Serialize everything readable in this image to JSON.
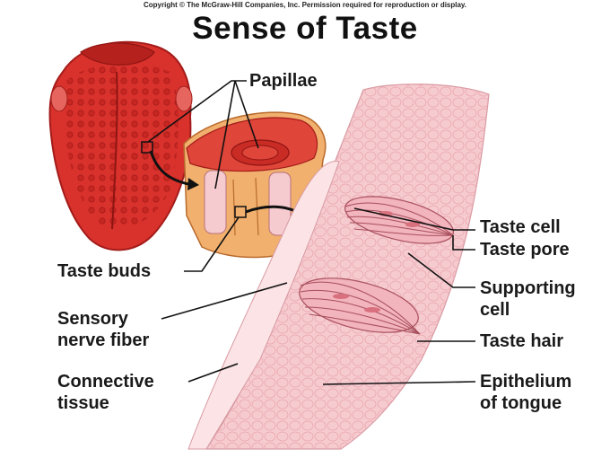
{
  "copyright": "Copyright © The McGraw-Hill Companies, Inc. Permission required for reproduction or display.",
  "title": "Sense of Taste",
  "labels": {
    "papillae": "Papillae",
    "taste_buds": "Taste buds",
    "sensory_nerve_fiber_1": "Sensory",
    "sensory_nerve_fiber_2": "nerve fiber",
    "connective_tissue_1": "Connective",
    "connective_tissue_2": "tissue",
    "taste_cell": "Taste cell",
    "taste_pore": "Taste pore",
    "supporting_cell_1": "Supporting",
    "supporting_cell_2": "cell",
    "taste_hair": "Taste hair",
    "epithelium_1": "Epithelium",
    "epithelium_2": "of tongue"
  },
  "colors": {
    "tongue": "#d9312c",
    "tongue_dark": "#a31c1a",
    "tissue": "#f6cbd0",
    "tissue_light": "#fbe3e6",
    "leader": "#111111"
  }
}
